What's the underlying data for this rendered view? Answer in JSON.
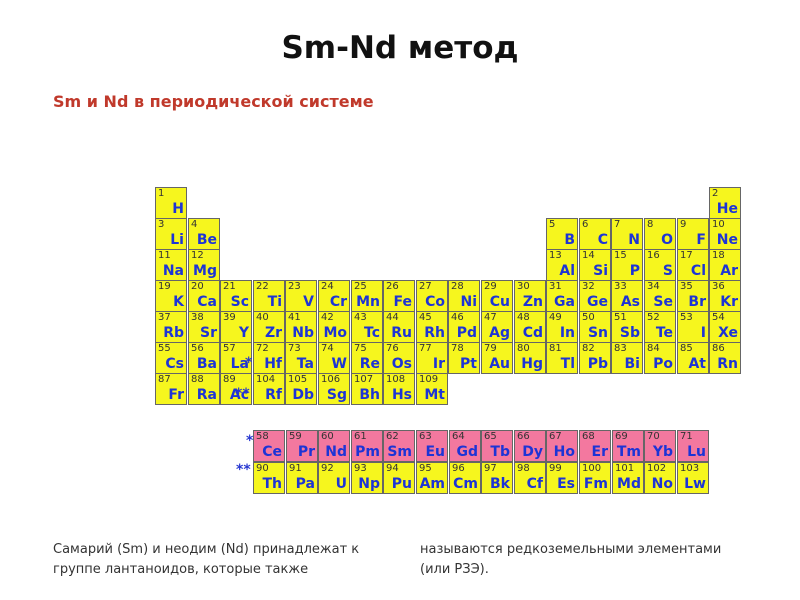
{
  "title": "Sm-Nd метод",
  "subtitle": "Sm и Nd в периодической системе",
  "colors": {
    "main_cell": "#f6f61e",
    "lanthanide_cell": "#f3789f",
    "symbol": "#1d34d6",
    "subtitle": "#c0392b"
  },
  "main_elements": [
    {
      "n": "1",
      "s": "H",
      "r": 1,
      "c": 1
    },
    {
      "n": "2",
      "s": "He",
      "r": 1,
      "c": 18
    },
    {
      "n": "3",
      "s": "Li",
      "r": 2,
      "c": 1
    },
    {
      "n": "4",
      "s": "Be",
      "r": 2,
      "c": 2
    },
    {
      "n": "5",
      "s": "B",
      "r": 2,
      "c": 13
    },
    {
      "n": "6",
      "s": "C",
      "r": 2,
      "c": 14
    },
    {
      "n": "7",
      "s": "N",
      "r": 2,
      "c": 15
    },
    {
      "n": "8",
      "s": "O",
      "r": 2,
      "c": 16
    },
    {
      "n": "9",
      "s": "F",
      "r": 2,
      "c": 17
    },
    {
      "n": "10",
      "s": "Ne",
      "r": 2,
      "c": 18
    },
    {
      "n": "11",
      "s": "Na",
      "r": 3,
      "c": 1
    },
    {
      "n": "12",
      "s": "Mg",
      "r": 3,
      "c": 2
    },
    {
      "n": "13",
      "s": "Al",
      "r": 3,
      "c": 13
    },
    {
      "n": "14",
      "s": "Si",
      "r": 3,
      "c": 14
    },
    {
      "n": "15",
      "s": "P",
      "r": 3,
      "c": 15
    },
    {
      "n": "16",
      "s": "S",
      "r": 3,
      "c": 16
    },
    {
      "n": "17",
      "s": "Cl",
      "r": 3,
      "c": 17
    },
    {
      "n": "18",
      "s": "Ar",
      "r": 3,
      "c": 18
    },
    {
      "n": "19",
      "s": "K",
      "r": 4,
      "c": 1
    },
    {
      "n": "20",
      "s": "Ca",
      "r": 4,
      "c": 2
    },
    {
      "n": "21",
      "s": "Sc",
      "r": 4,
      "c": 3
    },
    {
      "n": "22",
      "s": "Ti",
      "r": 4,
      "c": 4
    },
    {
      "n": "23",
      "s": "V",
      "r": 4,
      "c": 5
    },
    {
      "n": "24",
      "s": "Cr",
      "r": 4,
      "c": 6
    },
    {
      "n": "25",
      "s": "Mn",
      "r": 4,
      "c": 7
    },
    {
      "n": "26",
      "s": "Fe",
      "r": 4,
      "c": 8
    },
    {
      "n": "27",
      "s": "Co",
      "r": 4,
      "c": 9
    },
    {
      "n": "28",
      "s": "Ni",
      "r": 4,
      "c": 10
    },
    {
      "n": "29",
      "s": "Cu",
      "r": 4,
      "c": 11
    },
    {
      "n": "30",
      "s": "Zn",
      "r": 4,
      "c": 12
    },
    {
      "n": "31",
      "s": "Ga",
      "r": 4,
      "c": 13
    },
    {
      "n": "32",
      "s": "Ge",
      "r": 4,
      "c": 14
    },
    {
      "n": "33",
      "s": "As",
      "r": 4,
      "c": 15
    },
    {
      "n": "34",
      "s": "Se",
      "r": 4,
      "c": 16
    },
    {
      "n": "35",
      "s": "Br",
      "r": 4,
      "c": 17
    },
    {
      "n": "36",
      "s": "Kr",
      "r": 4,
      "c": 18
    },
    {
      "n": "37",
      "s": "Rb",
      "r": 5,
      "c": 1
    },
    {
      "n": "38",
      "s": "Sr",
      "r": 5,
      "c": 2
    },
    {
      "n": "39",
      "s": "Y",
      "r": 5,
      "c": 3
    },
    {
      "n": "40",
      "s": "Zr",
      "r": 5,
      "c": 4
    },
    {
      "n": "41",
      "s": "Nb",
      "r": 5,
      "c": 5
    },
    {
      "n": "42",
      "s": "Mo",
      "r": 5,
      "c": 6
    },
    {
      "n": "43",
      "s": "Tc",
      "r": 5,
      "c": 7
    },
    {
      "n": "44",
      "s": "Ru",
      "r": 5,
      "c": 8
    },
    {
      "n": "45",
      "s": "Rh",
      "r": 5,
      "c": 9
    },
    {
      "n": "46",
      "s": "Pd",
      "r": 5,
      "c": 10
    },
    {
      "n": "47",
      "s": "Ag",
      "r": 5,
      "c": 11
    },
    {
      "n": "48",
      "s": "Cd",
      "r": 5,
      "c": 12
    },
    {
      "n": "49",
      "s": "In",
      "r": 5,
      "c": 13
    },
    {
      "n": "50",
      "s": "Sn",
      "r": 5,
      "c": 14
    },
    {
      "n": "51",
      "s": "Sb",
      "r": 5,
      "c": 15
    },
    {
      "n": "52",
      "s": "Te",
      "r": 5,
      "c": 16
    },
    {
      "n": "53",
      "s": "I",
      "r": 5,
      "c": 17
    },
    {
      "n": "54",
      "s": "Xe",
      "r": 5,
      "c": 18
    },
    {
      "n": "55",
      "s": "Cs",
      "r": 6,
      "c": 1
    },
    {
      "n": "56",
      "s": "Ba",
      "r": 6,
      "c": 2
    },
    {
      "n": "57",
      "s": "La",
      "r": 6,
      "c": 3
    },
    {
      "n": "72",
      "s": "Hf",
      "r": 6,
      "c": 4
    },
    {
      "n": "73",
      "s": "Ta",
      "r": 6,
      "c": 5
    },
    {
      "n": "74",
      "s": "W",
      "r": 6,
      "c": 6
    },
    {
      "n": "75",
      "s": "Re",
      "r": 6,
      "c": 7
    },
    {
      "n": "76",
      "s": "Os",
      "r": 6,
      "c": 8
    },
    {
      "n": "77",
      "s": "Ir",
      "r": 6,
      "c": 9
    },
    {
      "n": "78",
      "s": "Pt",
      "r": 6,
      "c": 10
    },
    {
      "n": "79",
      "s": "Au",
      "r": 6,
      "c": 11
    },
    {
      "n": "80",
      "s": "Hg",
      "r": 6,
      "c": 12
    },
    {
      "n": "81",
      "s": "Tl",
      "r": 6,
      "c": 13
    },
    {
      "n": "82",
      "s": "Pb",
      "r": 6,
      "c": 14
    },
    {
      "n": "83",
      "s": "Bi",
      "r": 6,
      "c": 15
    },
    {
      "n": "84",
      "s": "Po",
      "r": 6,
      "c": 16
    },
    {
      "n": "85",
      "s": "At",
      "r": 6,
      "c": 17
    },
    {
      "n": "86",
      "s": "Rn",
      "r": 6,
      "c": 18
    },
    {
      "n": "87",
      "s": "Fr",
      "r": 7,
      "c": 1
    },
    {
      "n": "88",
      "s": "Ra",
      "r": 7,
      "c": 2
    },
    {
      "n": "89",
      "s": "Ac",
      "r": 7,
      "c": 3
    },
    {
      "n": "104",
      "s": "Rf",
      "r": 7,
      "c": 4
    },
    {
      "n": "105",
      "s": "Db",
      "r": 7,
      "c": 5
    },
    {
      "n": "106",
      "s": "Sg",
      "r": 7,
      "c": 6
    },
    {
      "n": "107",
      "s": "Bh",
      "r": 7,
      "c": 7
    },
    {
      "n": "108",
      "s": "Hs",
      "r": 7,
      "c": 8
    },
    {
      "n": "109",
      "s": "Mt",
      "r": 7,
      "c": 9
    }
  ],
  "lanthanides": [
    {
      "n": "58",
      "s": "Ce"
    },
    {
      "n": "59",
      "s": "Pr"
    },
    {
      "n": "60",
      "s": "Nd"
    },
    {
      "n": "61",
      "s": "Pm"
    },
    {
      "n": "62",
      "s": "Sm"
    },
    {
      "n": "63",
      "s": "Eu"
    },
    {
      "n": "64",
      "s": "Gd"
    },
    {
      "n": "65",
      "s": "Tb"
    },
    {
      "n": "66",
      "s": "Dy"
    },
    {
      "n": "67",
      "s": "Ho"
    },
    {
      "n": "68",
      "s": "Er"
    },
    {
      "n": "69",
      "s": "Tm"
    },
    {
      "n": "70",
      "s": "Yb"
    },
    {
      "n": "71",
      "s": "Lu"
    }
  ],
  "actinides": [
    {
      "n": "90",
      "s": "Th"
    },
    {
      "n": "91",
      "s": "Pa"
    },
    {
      "n": "92",
      "s": "U"
    },
    {
      "n": "93",
      "s": "Np"
    },
    {
      "n": "94",
      "s": "Pu"
    },
    {
      "n": "95",
      "s": "Am"
    },
    {
      "n": "96",
      "s": "Cm"
    },
    {
      "n": "97",
      "s": "Bk"
    },
    {
      "n": "98",
      "s": "Cf"
    },
    {
      "n": "99",
      "s": "Es"
    },
    {
      "n": "100",
      "s": "Fm"
    },
    {
      "n": "101",
      "s": "Md"
    },
    {
      "n": "102",
      "s": "No"
    },
    {
      "n": "103",
      "s": "Lw"
    }
  ],
  "markers": {
    "lanthanide": "*",
    "actinide": "**"
  },
  "text_left": [
    "Самарий (Sm) и неодим (Nd) принадлежат к",
    "группе лантаноидов, которые также"
  ],
  "text_right": [
    "называются редкоземельными элементами",
    "(или РЗЭ)."
  ]
}
